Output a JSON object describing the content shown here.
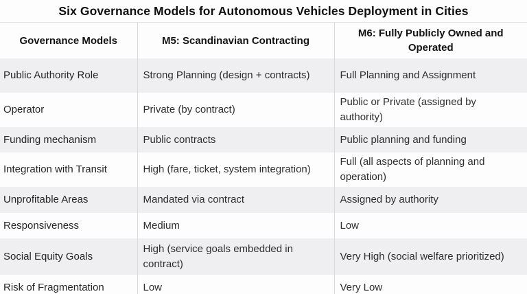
{
  "title": "Six Governance Models for Autonomous Vehicles Deployment in Cities",
  "table": {
    "columns": [
      "Governance Models",
      "M5: Scandinavian Contracting",
      "M6: Fully Publicly Owned and Operated"
    ],
    "rows": [
      {
        "label": "Public Authority Role",
        "m5": "Strong Planning (design + contracts)",
        "m6": "Full Planning and Assignment"
      },
      {
        "label": "Operator",
        "m5": "Private (by contract)",
        "m6": "Public or Private (assigned by authority)"
      },
      {
        "label": "Funding mechanism",
        "m5": "Public contracts",
        "m6": "Public planning and funding"
      },
      {
        "label": "Integration with Transit",
        "m5": "High (fare, ticket, system integration)",
        "m6": "Full (all aspects of planning and operation)"
      },
      {
        "label": "Unprofitable Areas",
        "m5": "Mandated via contract",
        "m6": "Assigned by authority"
      },
      {
        "label": "Responsiveness",
        "m5": "Medium",
        "m6": "Low"
      },
      {
        "label": "Social Equity Goals",
        "m5": "High (service goals embedded in contract)",
        "m6": "Very High (social welfare prioritized)"
      },
      {
        "label": "Risk of Fragmentation",
        "m5": "Low",
        "m6": "Very Low"
      }
    ]
  },
  "colors": {
    "stripe_row_bg": "#efeef0",
    "plain_row_bg": "#fdfdfe",
    "divider": "#d9d8da",
    "title_text": "#101010",
    "body_text": "#2e2e2e"
  }
}
